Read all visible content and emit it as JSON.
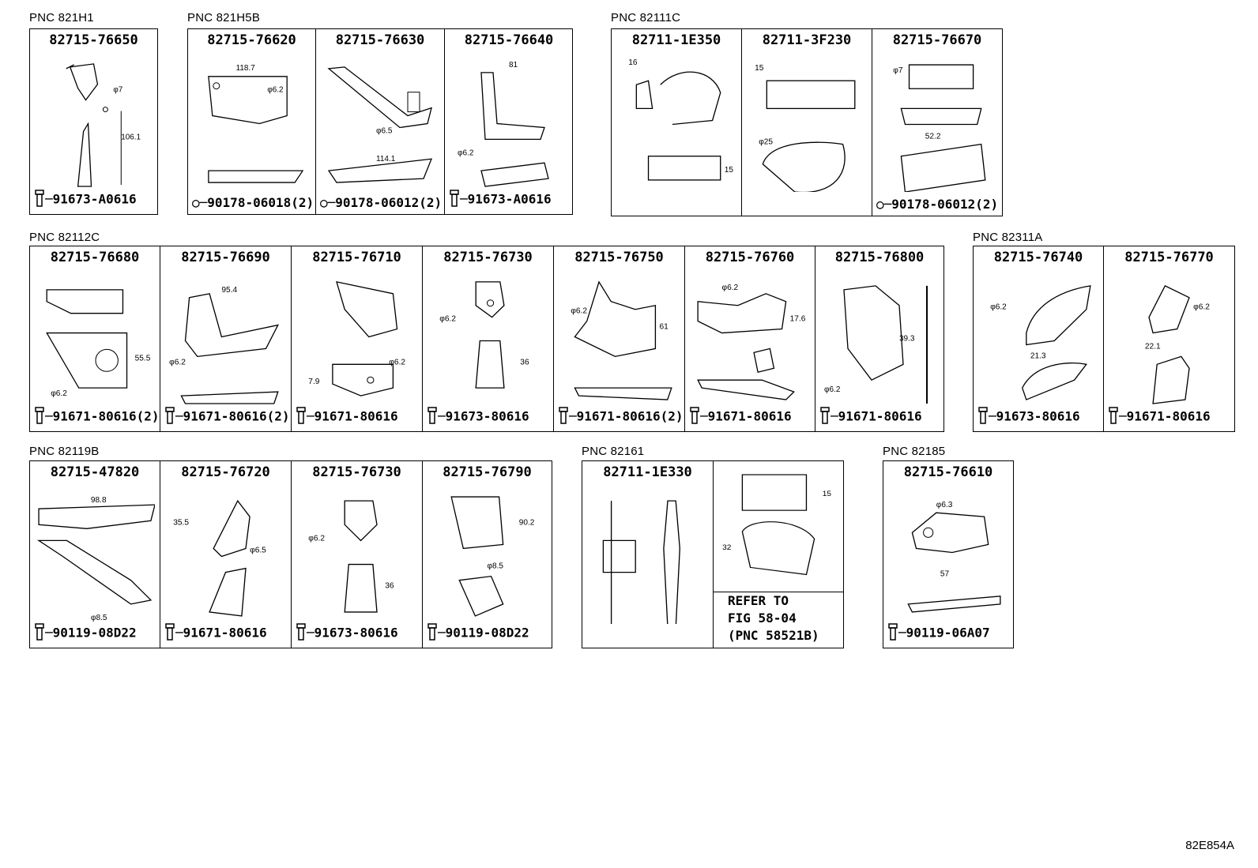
{
  "figure_id": "82E854A",
  "groups": [
    {
      "pnc": "PNC 821H1",
      "cells": [
        {
          "part": "82715-76650",
          "fastener": "91673-A0616",
          "fastener_type": "bolt",
          "dims": [
            "φ7",
            "106.1"
          ]
        }
      ]
    },
    {
      "pnc": "PNC 821H5B",
      "cells": [
        {
          "part": "82715-76620",
          "fastener": "90178-06018(2)",
          "fastener_type": "nut",
          "dims": [
            "118.7",
            "φ6.2"
          ]
        },
        {
          "part": "82715-76630",
          "fastener": "90178-06012(2)",
          "fastener_type": "nut",
          "dims": [
            "φ6.5",
            "114.1"
          ]
        },
        {
          "part": "82715-76640",
          "fastener": "91673-A0616",
          "fastener_type": "bolt",
          "dims": [
            "81",
            "φ6.2"
          ]
        }
      ]
    },
    {
      "pnc": "PNC 82111C",
      "cells": [
        {
          "part": "82711-1E350",
          "fastener": "",
          "fastener_type": "",
          "dims": [
            "16",
            "15"
          ]
        },
        {
          "part": "82711-3F230",
          "fastener": "",
          "fastener_type": "",
          "dims": [
            "15",
            "φ25"
          ]
        },
        {
          "part": "82715-76670",
          "fastener": "90178-06012(2)",
          "fastener_type": "nut",
          "dims": [
            "φ7",
            "52.2"
          ]
        }
      ]
    },
    {
      "pnc": "PNC 82112C",
      "cells": [
        {
          "part": "82715-76680",
          "fastener": "91671-80616(2)",
          "fastener_type": "bolt",
          "dims": [
            "55.5",
            "φ6.2"
          ]
        },
        {
          "part": "82715-76690",
          "fastener": "91671-80616(2)",
          "fastener_type": "bolt",
          "dims": [
            "95.4",
            "φ6.2"
          ]
        },
        {
          "part": "82715-76710",
          "fastener": "91671-80616",
          "fastener_type": "bolt",
          "dims": [
            "7.9",
            "φ6.2"
          ]
        },
        {
          "part": "82715-76730",
          "fastener": "91673-80616",
          "fastener_type": "bolt",
          "dims": [
            "φ6.2",
            "36"
          ]
        },
        {
          "part": "82715-76750",
          "fastener": "91671-80616(2)",
          "fastener_type": "bolt",
          "dims": [
            "φ6.2",
            "61"
          ]
        },
        {
          "part": "82715-76760",
          "fastener": "91671-80616",
          "fastener_type": "bolt",
          "dims": [
            "φ6.2",
            "17.6"
          ]
        },
        {
          "part": "82715-76800",
          "fastener": "91671-80616",
          "fastener_type": "bolt",
          "dims": [
            "39.3",
            "φ6.2"
          ]
        }
      ]
    },
    {
      "pnc": "PNC 82311A",
      "cells": [
        {
          "part": "82715-76740",
          "fastener": "91673-80616",
          "fastener_type": "bolt",
          "dims": [
            "φ6.2",
            "21.3"
          ]
        },
        {
          "part": "82715-76770",
          "fastener": "91671-80616",
          "fastener_type": "bolt",
          "dims": [
            "φ6.2",
            "22.1"
          ]
        }
      ]
    },
    {
      "pnc": "PNC 82119B",
      "cells": [
        {
          "part": "82715-47820",
          "fastener": "90119-08D22",
          "fastener_type": "bolt",
          "dims": [
            "98.8",
            "φ8.5"
          ]
        },
        {
          "part": "82715-76720",
          "fastener": "91671-80616",
          "fastener_type": "bolt",
          "dims": [
            "35.5",
            "φ6.5"
          ]
        },
        {
          "part": "82715-76730",
          "fastener": "91673-80616",
          "fastener_type": "bolt",
          "dims": [
            "φ6.2",
            "36"
          ]
        },
        {
          "part": "82715-76790",
          "fastener": "90119-08D22",
          "fastener_type": "bolt",
          "dims": [
            "90.2",
            "φ8.5"
          ]
        }
      ]
    },
    {
      "pnc": "PNC 82161",
      "cells": [
        {
          "part": "82711-1E330",
          "fastener": "",
          "fastener_type": "",
          "dims": []
        },
        {
          "part": "",
          "fastener": "",
          "fastener_type": "",
          "dims": [
            "15",
            "32"
          ]
        }
      ],
      "refer": [
        "REFER TO",
        "FIG 58-04",
        "(PNC 58521B)"
      ]
    },
    {
      "pnc": "PNC 82185",
      "cells": [
        {
          "part": "82715-76610",
          "fastener": "90119-06A07",
          "fastener_type": "bolt",
          "dims": [
            "φ6.3",
            "57"
          ]
        }
      ]
    }
  ]
}
